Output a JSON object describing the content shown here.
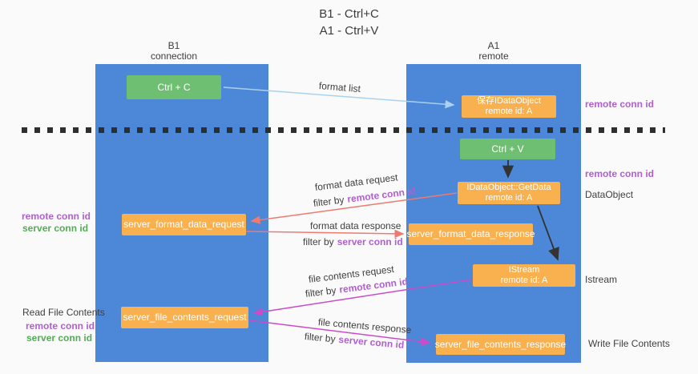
{
  "title": {
    "line1": "B1 - Ctrl+C",
    "line2": "A1 - Ctrl+V"
  },
  "lanes": {
    "left": {
      "name": "B1",
      "role": "connection"
    },
    "right": {
      "name": "A1",
      "role": "remote"
    }
  },
  "nodes": {
    "ctrl_c": {
      "label": "Ctrl + C"
    },
    "save_dataobject": {
      "line1": "保存IDataObject",
      "line2": "remote id: A"
    },
    "ctrl_v": {
      "label": "Ctrl + V"
    },
    "getdata": {
      "line1": "IDataObject::GetData",
      "line2": "remote id: A"
    },
    "server_format_data_request": {
      "label": "server_format_data_request"
    },
    "server_format_data_response": {
      "label": "server_format_data_response"
    },
    "istream": {
      "line1": "IStream",
      "line2": "remote id: A"
    },
    "server_file_contents_request": {
      "label": "server_file_contents_request"
    },
    "server_file_contents_response": {
      "label": "server_file_contents_response"
    }
  },
  "flow_labels": {
    "format_list": "format list",
    "format_data_request": "format data request",
    "format_data_response": "format data response",
    "file_contents_request": "file contents request",
    "file_contents_response": "file contents response",
    "filter_by": "filter by",
    "remote_conn_id": "remote conn id",
    "server_conn_id": "server conn id"
  },
  "annotations": {
    "remote_conn_id": "remote conn id",
    "server_conn_id": "server conn id",
    "dataobject": "DataObject",
    "istream": "Istream",
    "read_file_contents": "Read File Contents",
    "write_file_contents": "Write File Contents"
  },
  "colors": {
    "background": "#fafafa",
    "column_blue": "#4d87d7",
    "box_green": "#6ebf71",
    "box_orange": "#f9b04e",
    "purple_text": "#b05fd0",
    "green_text": "#55ab57",
    "arrow_blue": "#a9d2f0",
    "arrow_salmon": "#ee7a70",
    "arrow_magenta": "#cb4bc8",
    "arrow_black": "#333333",
    "text_dark": "#3c3c3c"
  }
}
